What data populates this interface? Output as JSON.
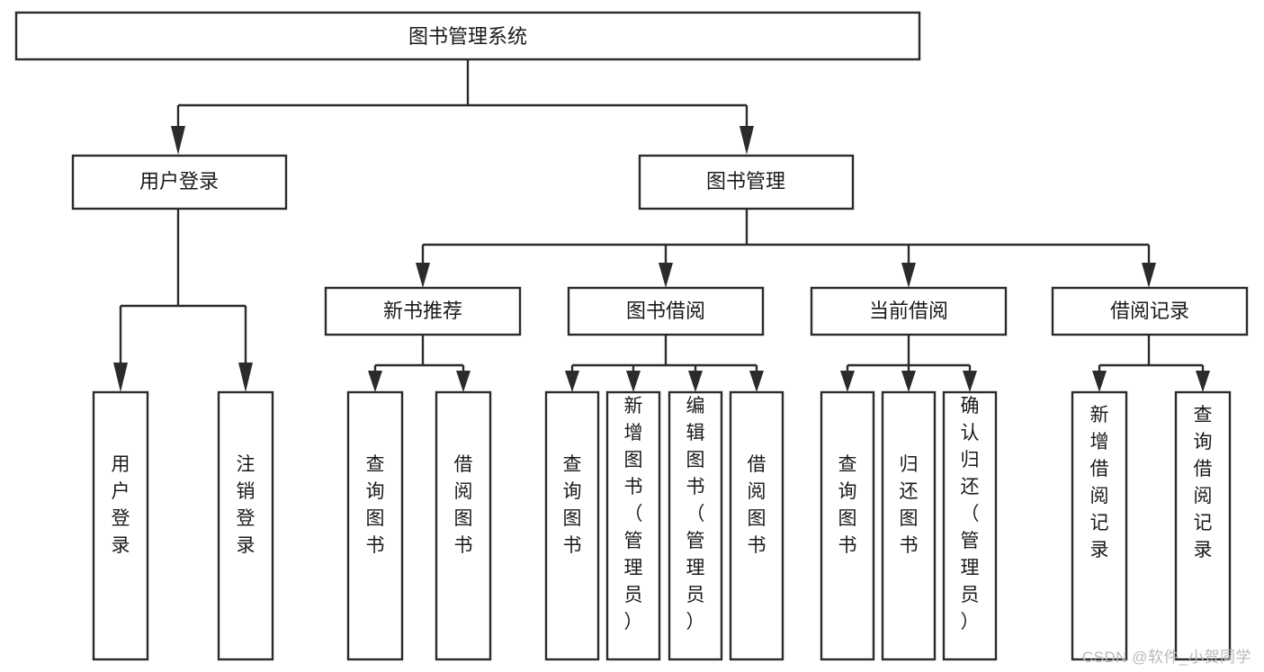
{
  "diagram": {
    "title": "图书管理系统",
    "watermark": "CSDN @软件_小贺同学",
    "type": "tree-hierarchy",
    "orientation": "top-down",
    "colors": {
      "stroke": "#2b2b2b",
      "fill": "#ffffff",
      "text": "#1a1a1a",
      "watermark": "#b9b9b9"
    },
    "root": {
      "label": "图书管理系统"
    },
    "level2": [
      {
        "label": "用户登录"
      },
      {
        "label": "图书管理"
      }
    ],
    "level3": [
      {
        "label": "新书推荐"
      },
      {
        "label": "图书借阅"
      },
      {
        "label": "当前借阅"
      },
      {
        "label": "借阅记录"
      }
    ],
    "leaves": {
      "user_login": [
        {
          "label": "用户登录"
        },
        {
          "label": "注销登录"
        }
      ],
      "new_book": [
        {
          "label": "查询图书"
        },
        {
          "label": "借阅图书"
        }
      ],
      "book_borrow": [
        {
          "label": "查询图书"
        },
        {
          "label": "新增图书（管理员）"
        },
        {
          "label": "编辑图书（管理员）"
        },
        {
          "label": "借阅图书"
        }
      ],
      "current_borrow": [
        {
          "label": "查询图书"
        },
        {
          "label": "归还图书"
        },
        {
          "label": "确认归还（管理员）"
        }
      ],
      "borrow_record": [
        {
          "label": "新增借阅记录"
        },
        {
          "label": "查询借阅记录"
        }
      ]
    }
  }
}
